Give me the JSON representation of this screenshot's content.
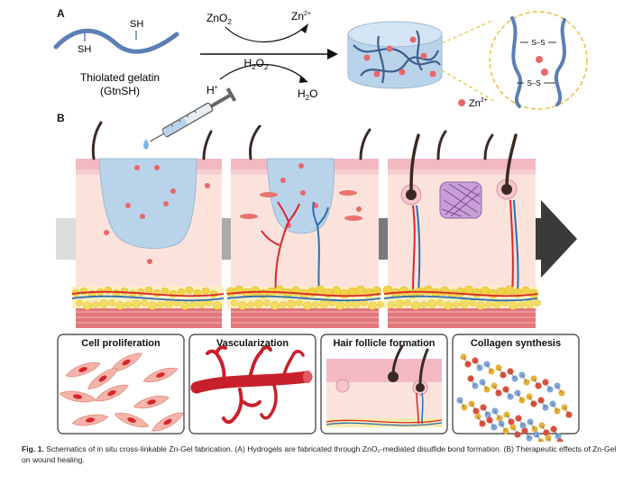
{
  "panel_a": {
    "label": "A",
    "sh_label": "SH",
    "polymer_name": "Thiolated gelatin",
    "polymer_abbr": "(GtnSH)",
    "reactant_top": "ZnO",
    "reactant_top_sub": "2",
    "product_top": "Zn",
    "product_top_sup": "2+",
    "middle_label": "H",
    "middle_sub1": "2",
    "middle_o": "O",
    "middle_sub2": "2",
    "reactant_bottom": "H",
    "reactant_bottom_sup": "+",
    "product_bottom": "H",
    "product_bottom_sub": "2",
    "product_bottom_o": "O",
    "bond_label": "S–S",
    "legend_ion": "Zn",
    "legend_ion_sup": "2+"
  },
  "panel_b": {
    "label": "B",
    "boxes": [
      {
        "title": "Cell proliferation"
      },
      {
        "title": "Vascularization"
      },
      {
        "title": "Hair follicle formation"
      },
      {
        "title": "Collagen synthesis"
      }
    ]
  },
  "caption": {
    "prefix": "Fig. 1.",
    "text": "Schematics of in situ cross-linkable Zn-Gel fabrication. (A) Hydrogels are fabricated through ZnO₂-mediated disulfide bond formation. (B) Therapeutic effects of Zn-Gel on wound healing."
  },
  "colors": {
    "zn_dot": "#e8686a",
    "polymer": "#5b7fb5",
    "gel": "#b9d3ea",
    "skin_top": "#f2b9c2",
    "skin_body": "#fbe3dc",
    "fat": "#f1d34a",
    "muscle": "#e2777c",
    "artery": "#d9262b",
    "vein": "#2e6db0",
    "arrow_dark": "#3a3a3a",
    "arrow_light": "#dcdcdc"
  }
}
